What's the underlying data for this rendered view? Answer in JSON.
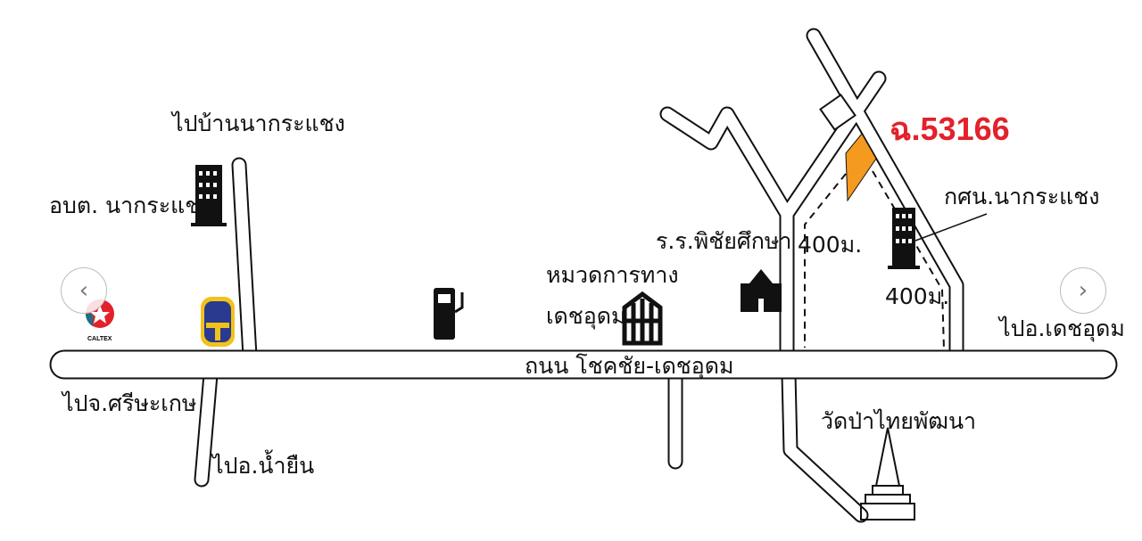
{
  "map": {
    "plot_label": "ฉ.53166",
    "labels": {
      "to_ban_na_krasaeng": "ไปบ้านนากระแชง",
      "obt_na_krasaeng": "อบต. นากระแชง",
      "highway_unit": "หมวดการทาง",
      "highway_unit_2": "เดชอุดม",
      "school": "ร.ร.พิชัยศึกษา",
      "kor_sor_nor": "กศน.นากระแชง",
      "dist1": "400ม.",
      "dist2": "400ม.",
      "to_det_udom": "ไปอ.เดชอุดม",
      "road_name": "ถนน โชคชัย-เดชอุดม",
      "to_sisaket": "ไปจ.ศรีษะเกษ",
      "to_nam_yuen": "ไปอ.น้ำยืน",
      "temple": "วัดป่าไทยพัฒนา",
      "caltex": "CALTEX"
    },
    "colors": {
      "plot": "#f39a1f",
      "plot_label": "#e3212b"
    }
  },
  "carousel": {
    "prev_icon": "‹",
    "next_icon": "›"
  }
}
